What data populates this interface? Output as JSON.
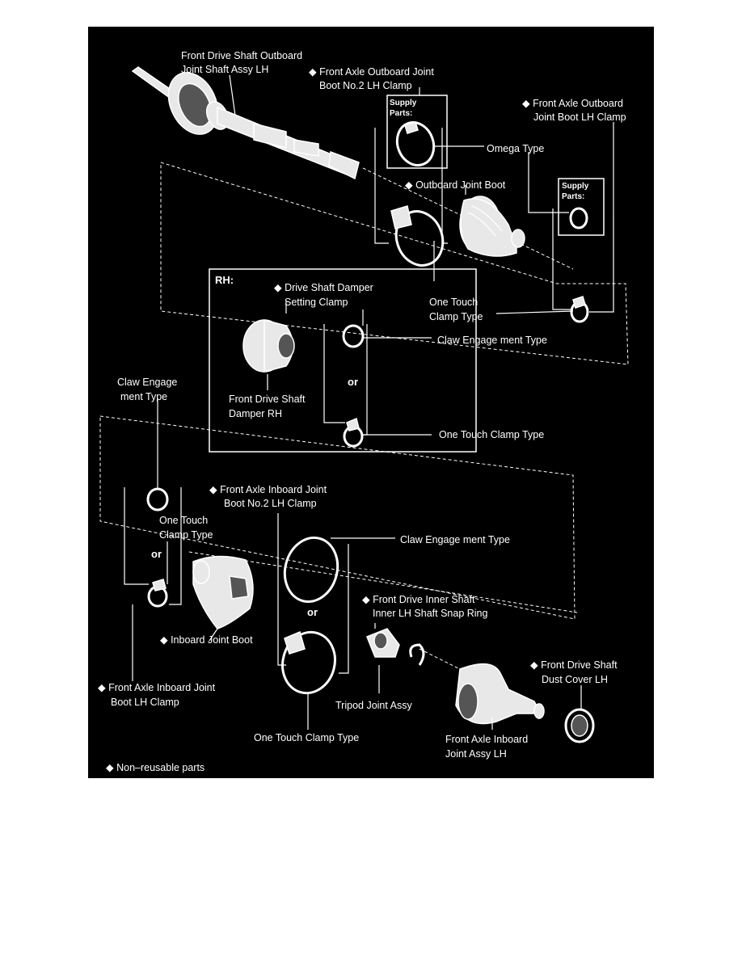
{
  "diagram": {
    "labels": {
      "outboard_shaft": [
        "Front Drive Shaft Outboard",
        "Joint Shaft Assy LH"
      ],
      "outboard_no2_clamp": [
        "◆ Front Axle Outboard Joint",
        "Boot No.2 LH Clamp"
      ],
      "outboard_lh_clamp": [
        "◆ Front Axle Outboard",
        "Joint Boot LH Clamp"
      ],
      "supply_parts_1": [
        "Supply",
        "Parts:"
      ],
      "supply_parts_2": [
        "Supply",
        "Parts:"
      ],
      "omega_type": "Omega Type",
      "outboard_boot": "◆ Outboard Joint Boot",
      "one_touch_clamp_1": [
        "One Touch",
        "Clamp Type"
      ],
      "rh_heading": "RH:",
      "damper_clamp": [
        "◆ Drive Shaft Damper",
        "Setting Clamp"
      ],
      "claw_type_1": "Claw Engage ment Type",
      "damper_rh": [
        "Front Drive Shaft",
        "Damper RH"
      ],
      "or_rh": "or",
      "claw_type_2": [
        "Claw Engage",
        "ment Type"
      ],
      "one_touch_clamp_2": "One Touch Clamp Type",
      "inboard_no2_clamp": [
        "◆ Front Axle Inboard Joint",
        "Boot No.2 LH Clamp"
      ],
      "one_touch_clamp_3": [
        "One Touch",
        "Clamp Type"
      ],
      "or_left": "or",
      "claw_type_3": "Claw Engage ment Type",
      "or_mid": "or",
      "snap_ring": [
        "◆ Front Drive Inner Shaft",
        "Inner LH Shaft Snap Ring"
      ],
      "inboard_boot": "◆ Inboard Joint Boot",
      "dust_cover": [
        "◆ Front Drive Shaft",
        "Dust Cover LH"
      ],
      "inboard_lh_clamp": [
        "◆ Front Axle Inboard Joint",
        "Boot LH Clamp"
      ],
      "tripod": "Tripod Joint Assy",
      "one_touch_clamp_4": "One Touch Clamp Type",
      "inboard_joint": [
        "Front Axle Inboard",
        "Joint Assy LH"
      ],
      "legend": "◆ Non–reusable parts"
    }
  }
}
